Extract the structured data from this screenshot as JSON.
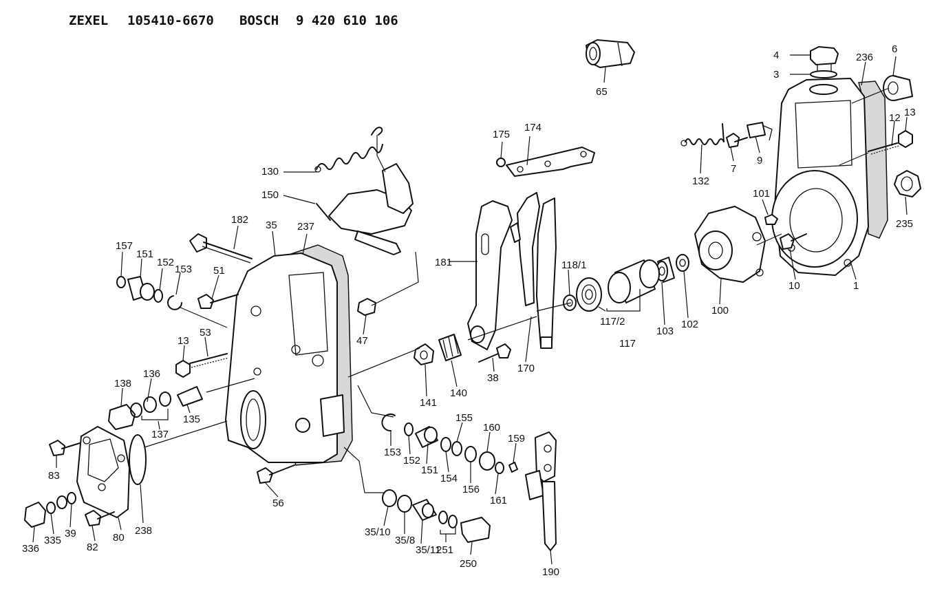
{
  "header": {
    "zexel_label": "ZEXEL",
    "zexel_number": "105410-6670",
    "bosch_label": "BOSCH",
    "bosch_number": "9 420 610 106"
  },
  "labels": [
    "4",
    "3",
    "236",
    "6",
    "13",
    "12",
    "65",
    "175",
    "174",
    "132",
    "7",
    "9",
    "101",
    "235",
    "130",
    "150",
    "182",
    "35",
    "237",
    "157",
    "151",
    "152",
    "153",
    "51",
    "181",
    "118/1",
    "10",
    "1",
    "100",
    "102",
    "103",
    "117/2",
    "117",
    "47",
    "53",
    "13",
    "170",
    "38",
    "140",
    "141",
    "136",
    "138",
    "137",
    "135",
    "155",
    "160",
    "159",
    "153",
    "152",
    "151",
    "154",
    "156",
    "161",
    "83",
    "56",
    "238",
    "335",
    "39",
    "82",
    "80",
    "336",
    "35/10",
    "35/8",
    "35/11",
    "251",
    "250",
    "190"
  ]
}
